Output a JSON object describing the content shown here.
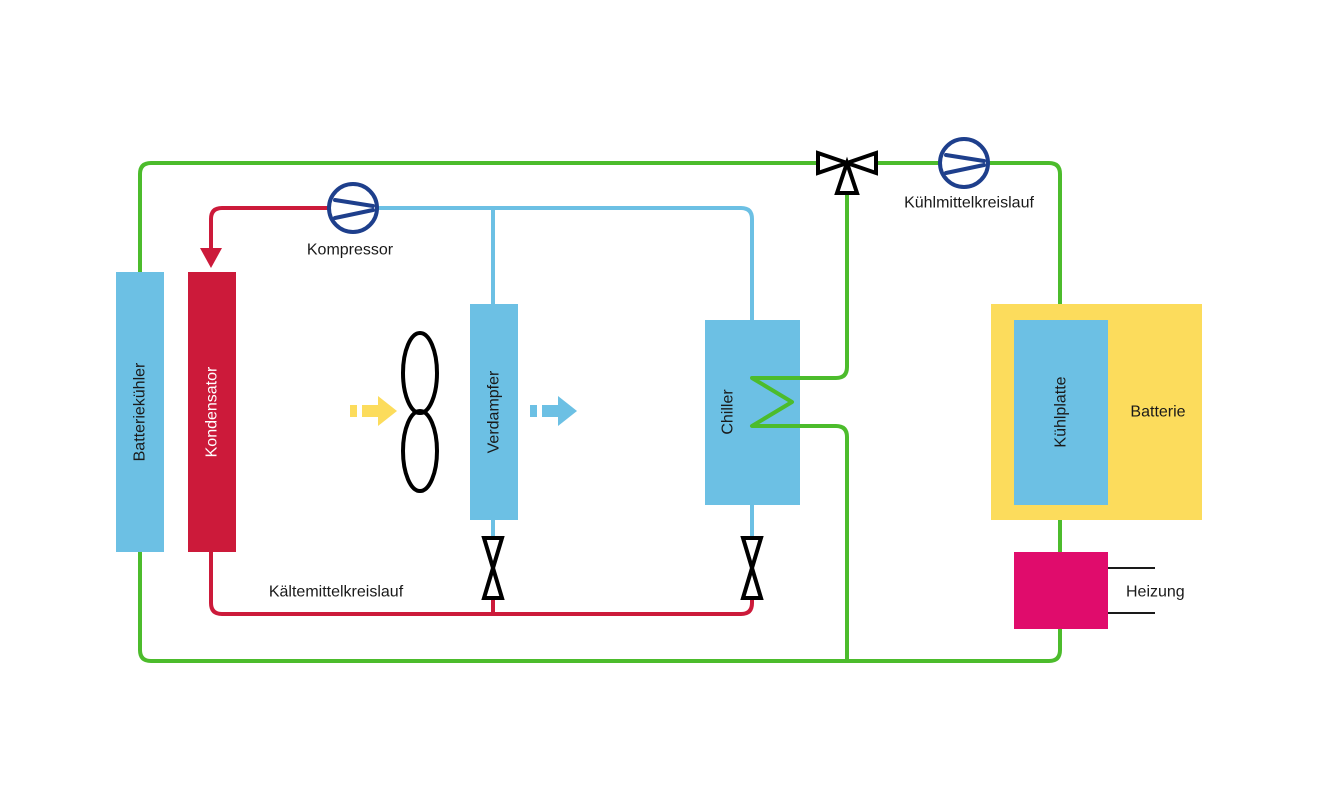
{
  "labels": {
    "kompressor": "Kompressor",
    "kuehlmittelkreislauf": "Kühlmittelkreislauf",
    "kaeltemittelkreislauf": "Kältemittelkreislauf",
    "batteriekuehler": "Batteriekühler",
    "kondensator": "Kondensator",
    "verdampfer": "Verdampfer",
    "chiller": "Chiller",
    "kuehlplatte": "Kühlplatte",
    "batterie": "Batterie",
    "heizung": "Heizung"
  },
  "icons": {
    "compressor": "pump-icon",
    "coolant_pump": "pump-icon",
    "fan": "fan-icon",
    "expansion_valve": "valve-icon",
    "three_way_valve": "three-way-valve-icon",
    "airflow": "arrow-right-icon"
  },
  "colors": {
    "refrigerant_hot": "#cc1a3a",
    "refrigerant_cold": "#6cc0e4",
    "coolant": "#4cbc2c",
    "component_blue": "#6cc0e4",
    "battery": "#fcdc5c",
    "heater": "#e00c6c",
    "pump_outline": "#1e3f8c",
    "air_in": "#fcdc5c",
    "air_out": "#6cc0e4"
  }
}
